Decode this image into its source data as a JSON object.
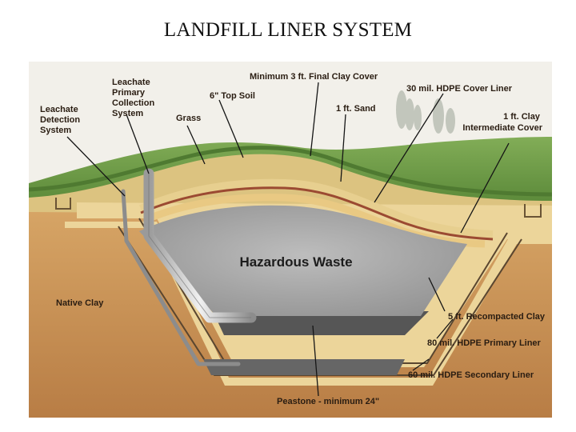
{
  "slide": {
    "title": "LANDFILL LINER SYSTEM"
  },
  "diagram": {
    "center_label": "Hazardous Waste",
    "labels": {
      "leachate_primary": [
        "Leachate",
        "Primary",
        "Collection",
        "System"
      ],
      "leachate_detection": [
        "Leachate",
        "Detection",
        "System"
      ],
      "top_soil": "6\" Top Soil",
      "grass": "Grass",
      "final_clay_cover": "Minimum 3 ft. Final Clay Cover",
      "sand": "1 ft. Sand",
      "hdpe_cover_liner": "30 mil. HDPE Cover Liner",
      "intermediate_cover": [
        "1 ft. Clay",
        "Intermediate Cover"
      ],
      "native_clay": "Native Clay",
      "recompacted_clay": "5 ft. Recompacted Clay",
      "primary_liner": "80 mil. HDPE Primary Liner",
      "secondary_liner": "60 mil. HDPE Secondary Liner",
      "peastone": "Peastone - minimum 24\""
    },
    "colors": {
      "sky": "#f3f1ec",
      "grass": "#6f9a48",
      "native_clay": "#c8955a",
      "recompacted_clay": "#ecd59a",
      "hazardous_waste": "#a9a9a9",
      "gravel": "#545454",
      "pipe": "#d6d6d6"
    }
  }
}
